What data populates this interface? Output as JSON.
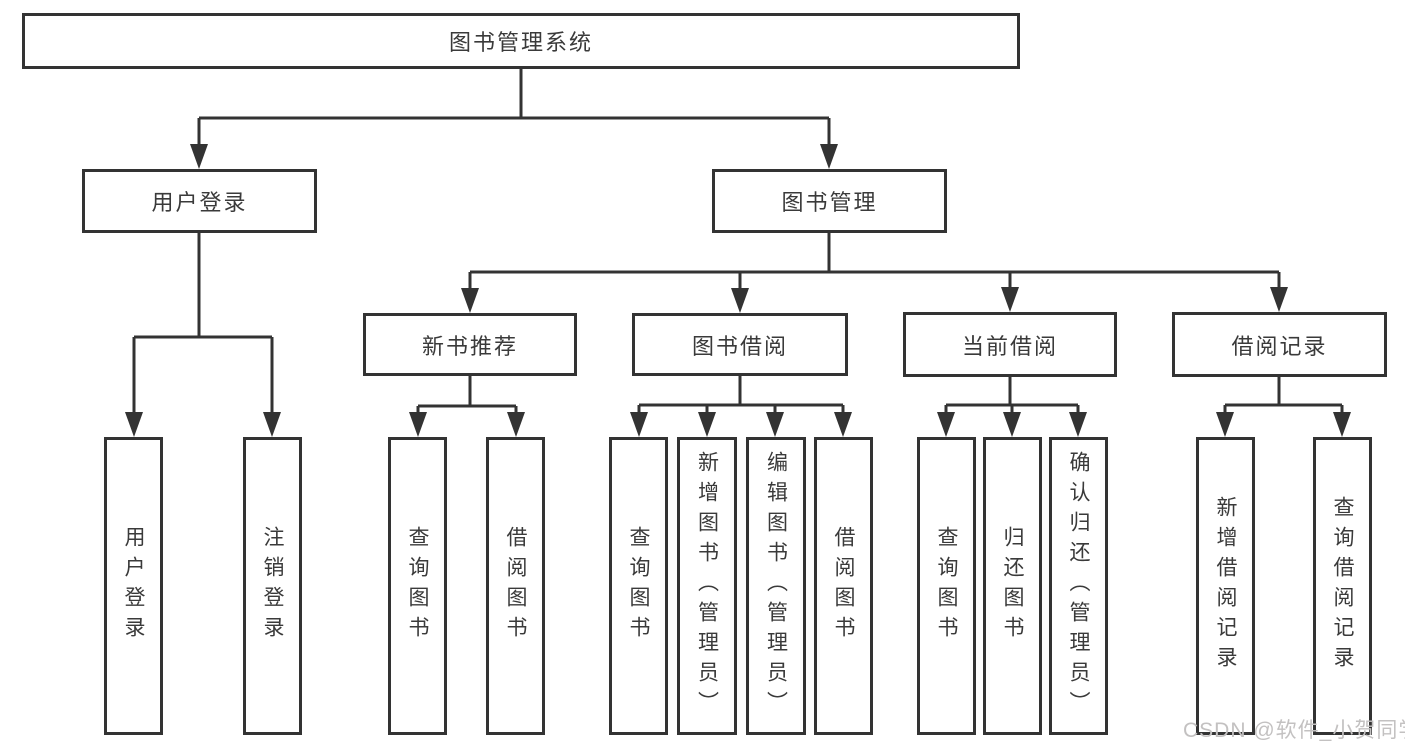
{
  "diagram": {
    "type": "hierarchy-tree",
    "orientation": "top-down",
    "colors": {
      "background": "#ffffff",
      "line": "#333333",
      "box_border": "#333333",
      "box_fill": "#ffffff",
      "text": "#3a3a3a",
      "watermark": "#c3c1c1"
    },
    "tree": {
      "root": {
        "label": "图书管理系统",
        "children": [
          {
            "label": "用户登录",
            "children": [
              {
                "label": "用户登录"
              },
              {
                "label": "注销登录"
              }
            ]
          },
          {
            "label": "图书管理",
            "children": [
              {
                "label": "新书推荐",
                "children": [
                  {
                    "label": "查询图书"
                  },
                  {
                    "label": "借阅图书"
                  }
                ]
              },
              {
                "label": "图书借阅",
                "children": [
                  {
                    "label": "查询图书"
                  },
                  {
                    "label": "新增图书（管理员）"
                  },
                  {
                    "label": "编辑图书（管理员）"
                  },
                  {
                    "label": "借阅图书"
                  }
                ]
              },
              {
                "label": "当前借阅",
                "children": [
                  {
                    "label": "查询图书"
                  },
                  {
                    "label": "归还图书"
                  },
                  {
                    "label": "确认归还（管理员）"
                  }
                ]
              },
              {
                "label": "借阅记录",
                "children": [
                  {
                    "label": "新增借阅记录"
                  },
                  {
                    "label": "查询借阅记录"
                  }
                ]
              }
            ]
          }
        ]
      }
    },
    "watermark": {
      "text": "CSDN @软件_小贺同学"
    }
  }
}
